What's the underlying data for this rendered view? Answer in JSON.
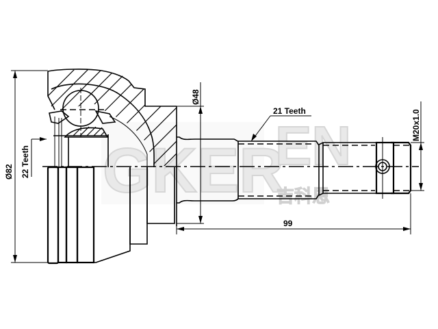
{
  "drawing": {
    "subject": "CV joint (outer drive shaft joint) technical drawing",
    "colors": {
      "line": "#000000",
      "background": "#ffffff",
      "watermark": "#e6e6e6"
    }
  },
  "dimensions": {
    "outer_diameter": "Ø82",
    "bell_spline": "22 Teeth",
    "shaft_diameter": "Ø48",
    "shaft_spline": "21 Teeth",
    "thread": "M20x1.0",
    "shaft_length": "99"
  },
  "watermark": {
    "brand_latin_left": "GKER",
    "brand_latin_right": "EN",
    "brand_chinese": "吉科恩"
  }
}
